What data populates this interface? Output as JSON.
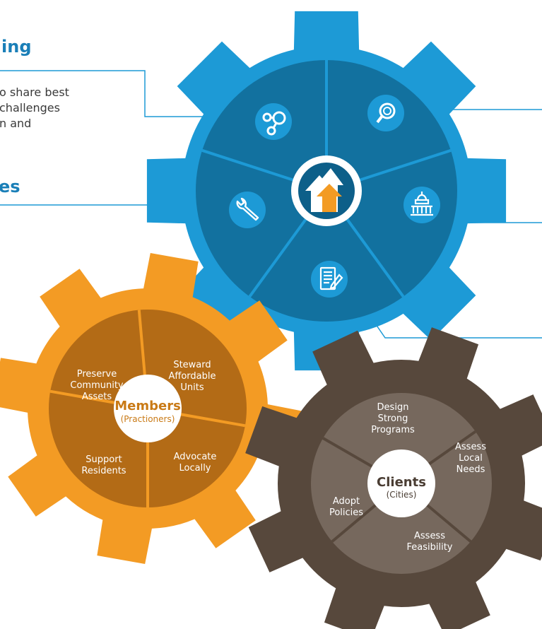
{
  "headings": {
    "top_partial": "ing",
    "bottom_partial": "es"
  },
  "intro_lines": [
    "o share best",
    "challenges",
    "n and"
  ],
  "colors": {
    "blue_gear": "#1d9ad6",
    "blue_wheel": "#12719f",
    "blue_dark": "#0d5f89",
    "orange_gear": "#f39b24",
    "orange_wheel": "#b36b16",
    "brown_gear": "#57483c",
    "brown_wheel": "#76685d",
    "members_label": "#c97a16",
    "clients_label": "#4a3d33",
    "heading": "#1a7fb8",
    "connector": "#1d9ad6"
  },
  "blue_gear": {
    "center_icon": "house-arrows-icon",
    "segment_icons": [
      "network-icon",
      "magnifier-icon",
      "capitol-building-icon",
      "document-pen-icon",
      "wrench-icon"
    ]
  },
  "members_gear": {
    "title": "Members",
    "subtitle": "(Practioners)",
    "segments": [
      [
        "Steward",
        "Affordable",
        "Units"
      ],
      [
        "Advocate",
        "Locally"
      ],
      [
        "Support",
        "Residents"
      ],
      [
        "Preserve",
        "Community",
        "Assets"
      ]
    ]
  },
  "clients_gear": {
    "title": "Clients",
    "subtitle": "(Cities)",
    "segments": [
      [
        "Design",
        "Strong",
        "Programs"
      ],
      [
        "Assess",
        "Local",
        "Needs"
      ],
      [
        "Assess",
        "Feasibility"
      ],
      [
        "Adopt",
        "Policies"
      ]
    ]
  }
}
